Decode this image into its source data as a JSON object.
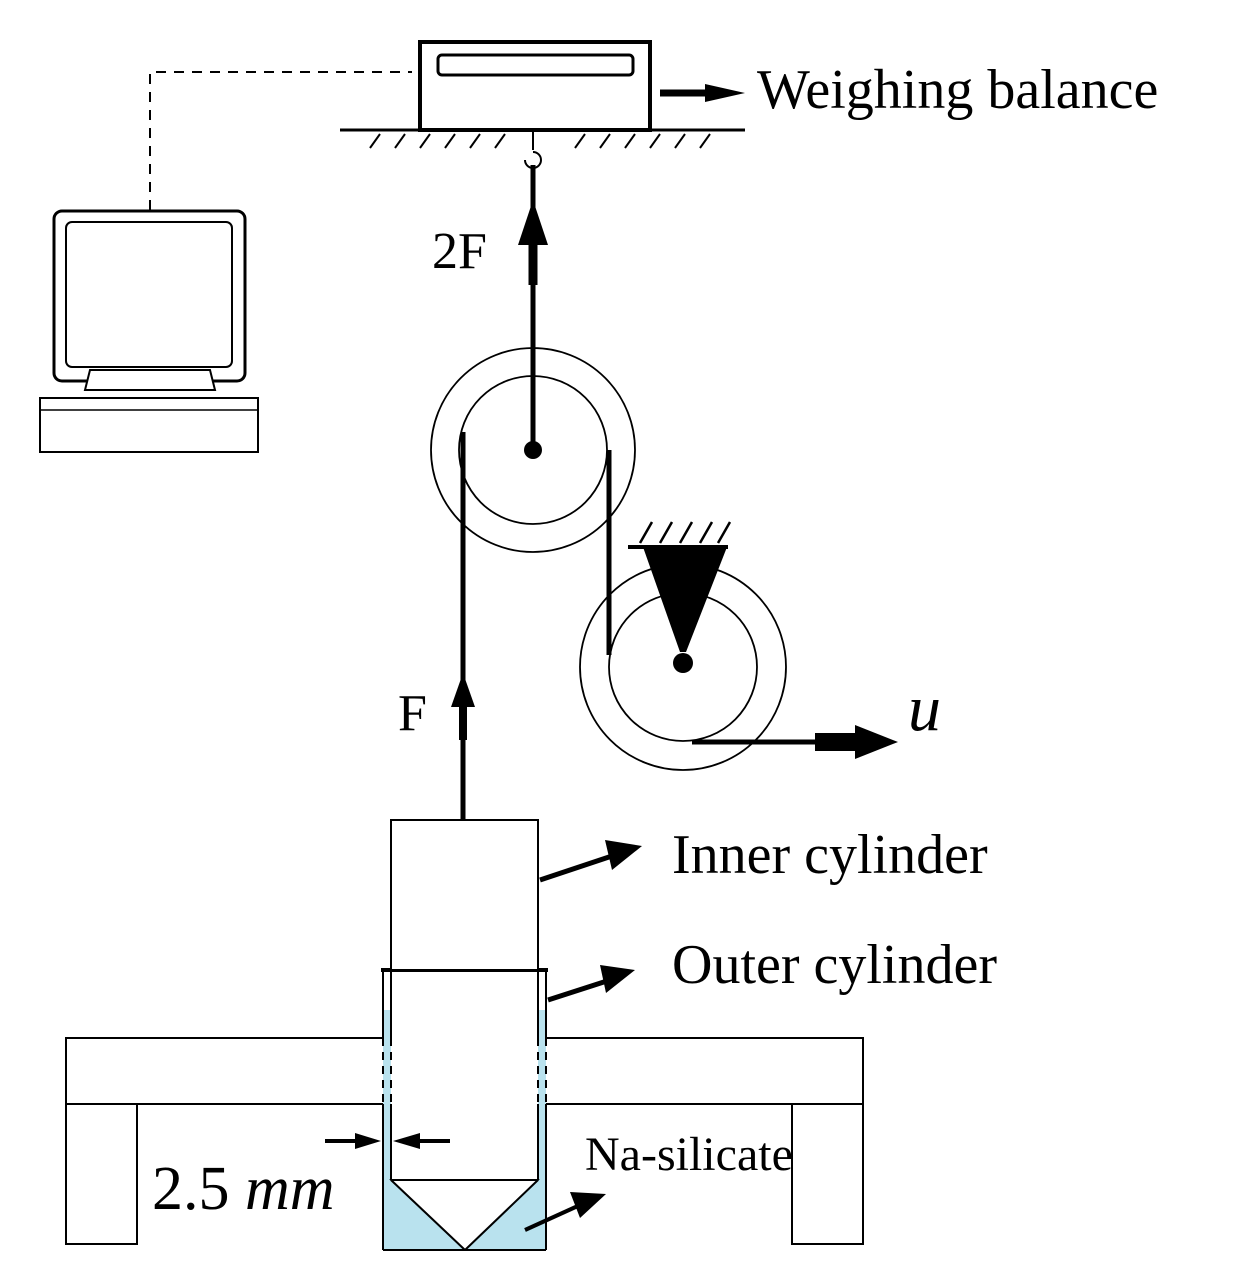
{
  "labels": {
    "weighing_balance": "Weighing balance",
    "force_top": "2F",
    "force_bottom": "F",
    "velocity": "u",
    "inner_cylinder": "Inner cylinder",
    "outer_cylinder": "Outer cylinder",
    "fluid": "Na-silicate",
    "gap_value": "2.5",
    "gap_unit": "mm"
  },
  "colors": {
    "fluid": "#b9e2ee",
    "ink": "#000000"
  },
  "icons": {
    "computer": "computer-icon",
    "ground": "ground-hatch-icon"
  }
}
